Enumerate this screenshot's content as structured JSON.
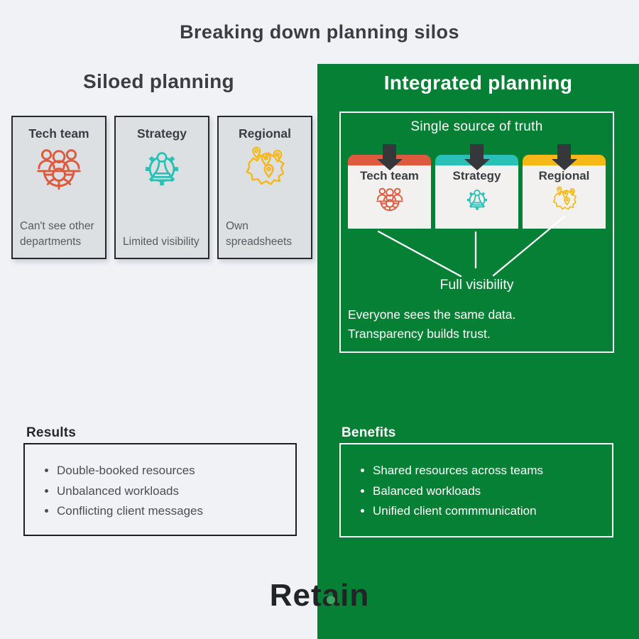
{
  "title": "Breaking down planning silos",
  "left": {
    "heading": "Siloed planning",
    "cards": [
      {
        "title": "Tech team",
        "caption": "Can't see other departments",
        "icon": "team-icon",
        "color": "#dd5a3e"
      },
      {
        "title": "Strategy",
        "caption": "Limited visibility",
        "icon": "strategy-icon",
        "color": "#29c1b6"
      },
      {
        "title": "Regional",
        "caption": "Own spreadsheets",
        "icon": "map-pins-icon",
        "color": "#f5b917"
      }
    ],
    "results": {
      "heading": "Results",
      "items": [
        "Double-booked resources",
        "Unbalanced workloads",
        "Conflicting client messages"
      ]
    }
  },
  "right": {
    "heading": "Integrated planning",
    "box_title": "Single source of truth",
    "tabs": [
      {
        "title": "Tech team",
        "icon": "team-icon",
        "color": "#dd5a3e"
      },
      {
        "title": "Strategy",
        "icon": "strategy-icon",
        "color": "#29c1b6"
      },
      {
        "title": "Regional",
        "icon": "map-pins-icon",
        "color": "#f5b917"
      }
    ],
    "full_visibility_label": "Full visibility",
    "description_line1": "Everyone sees the same data.",
    "description_line2": "Transparency builds trust.",
    "benefits": {
      "heading": "Benefits",
      "items": [
        "Shared resources across teams",
        "Balanced workloads",
        "Unified client commmunication"
      ]
    }
  },
  "footer": {
    "logo": {
      "pre": "Ret",
      "dot_letter": "a",
      "post": "in"
    }
  },
  "colors": {
    "background": "#f1f2f6",
    "panel_green": "#068034",
    "accent_red": "#dd5a3e",
    "accent_teal": "#29c1b6",
    "accent_yellow": "#f5b917",
    "dark_text": "#3a3e42",
    "card_background": "#dde0e2",
    "tab_background": "#f2f1ef",
    "arrow_dark": "#35383b",
    "logo_dot_green": "#3aa55e"
  }
}
